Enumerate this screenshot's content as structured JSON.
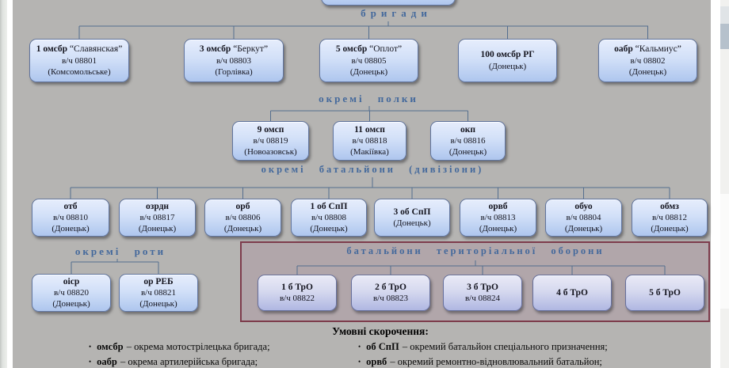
{
  "colors": {
    "canvas_bg": "#b5b4b2",
    "node_border": "#61759e",
    "node_fill_top": "#e6edfc",
    "node_fill_bottom": "#aec6ee",
    "tro_node_fill_bottom": "#b0b7e2",
    "section_label": "#44699c",
    "connector": "#546e8e",
    "territorial_border": "#7d3c4c",
    "territorial_bg": "#b1a6aa"
  },
  "sections": {
    "brigades": {
      "label": "бригади",
      "nodes": [
        {
          "b": "1 омсбр",
          "r": "“Славянская”",
          "vch": "в/ч 08801",
          "loc": "(Комсомольське)"
        },
        {
          "b": "3 омсбр",
          "r": "“Беркут”",
          "vch": "в/ч 08803",
          "loc": "(Горлівка)"
        },
        {
          "b": "5 омсбр",
          "r": "“Оплот”",
          "vch": "в/ч 08805",
          "loc": "(Донецьк)"
        },
        {
          "b": "100 омсбр РГ",
          "r": "",
          "vch": "",
          "loc": "(Донецьк)"
        },
        {
          "b": "оабр",
          "r": "“Кальмиус”",
          "vch": "в/ч 08802",
          "loc": "(Донецьк)"
        }
      ]
    },
    "regiments": {
      "label": "окремі полки",
      "nodes": [
        {
          "b": "9 омсп",
          "vch": "в/ч 08819",
          "loc": "(Новоазовськ)"
        },
        {
          "b": "11 омсп",
          "vch": "в/ч 08818",
          "loc": "(Макіївка)"
        },
        {
          "b": "окп",
          "vch": "в/ч 08816",
          "loc": "(Донецьк)"
        }
      ]
    },
    "battalions": {
      "label": "окремі батальйони (дивізіони)",
      "nodes": [
        {
          "b": "отб",
          "vch": "в/ч 08810",
          "loc": "(Донецьк)"
        },
        {
          "b": "озрдн",
          "vch": "в/ч 08817",
          "loc": "(Донецьк)"
        },
        {
          "b": "орб",
          "vch": "в/ч 08806",
          "loc": "(Донецьк)"
        },
        {
          "b": "1 об СпП",
          "vch": "в/ч 08808",
          "loc": "(Донецьк)"
        },
        {
          "b": "3 об СпП",
          "vch": "",
          "loc": "(Донецьк)"
        },
        {
          "b": "орвб",
          "vch": "в/ч 08813",
          "loc": "(Донецьк)"
        },
        {
          "b": "обуо",
          "vch": "в/ч 08804",
          "loc": "(Донецьк)"
        },
        {
          "b": "обмз",
          "vch": "в/ч 08812",
          "loc": "(Донецьк)"
        }
      ]
    },
    "companies": {
      "label": "окремі роти",
      "nodes": [
        {
          "b": "оіср",
          "vch": "в/ч 08820",
          "loc": "(Донецьк)"
        },
        {
          "b": "ор РЕБ",
          "vch": "в/ч 08821",
          "loc": "(Донецьк)"
        }
      ]
    },
    "territorial": {
      "label": "батальйони територіальної оборони",
      "nodes": [
        {
          "b": "1 б ТрО",
          "vch": "в/ч 08822"
        },
        {
          "b": "2 б ТрО",
          "vch": "в/ч 08823"
        },
        {
          "b": "3 б ТрО",
          "vch": "в/ч 08824"
        },
        {
          "b": "4 б ТрО",
          "vch": ""
        },
        {
          "b": "5 б ТрО",
          "vch": ""
        }
      ]
    }
  },
  "legend": {
    "title": "Умовні скорочення:",
    "bullet": "•",
    "items_left": [
      {
        "term": "омсбр",
        "def": "– окрема мотострілецька бригада;"
      },
      {
        "term": "оабр",
        "def": "– окрема артилерійська бригада;"
      }
    ],
    "items_right": [
      {
        "term": "об СпП",
        "def": "– окремий батальйон спеціального призначення;"
      },
      {
        "term": "орвб",
        "def": "– окремий ремонтно-відновлювальний батальйон;"
      }
    ]
  }
}
